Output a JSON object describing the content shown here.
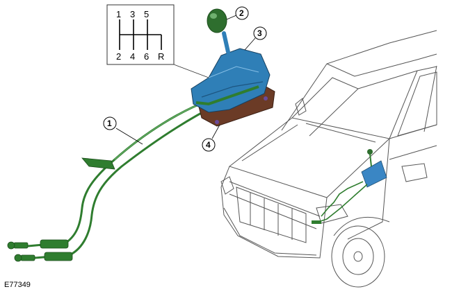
{
  "figure_id": "E77349",
  "shift_pattern": {
    "top": [
      "1",
      "3",
      "5"
    ],
    "bottom": [
      "2",
      "4",
      "6",
      "R"
    ]
  },
  "callouts": [
    {
      "n": "1"
    },
    {
      "n": "2"
    },
    {
      "n": "3"
    },
    {
      "n": "4"
    }
  ],
  "colors": {
    "cable": "#2f7d2f",
    "lever_knob": "#2e6e2e",
    "gear_housing": "#2f7fb7",
    "mounting_bracket": "#6b3b26",
    "outline": "#000000"
  }
}
